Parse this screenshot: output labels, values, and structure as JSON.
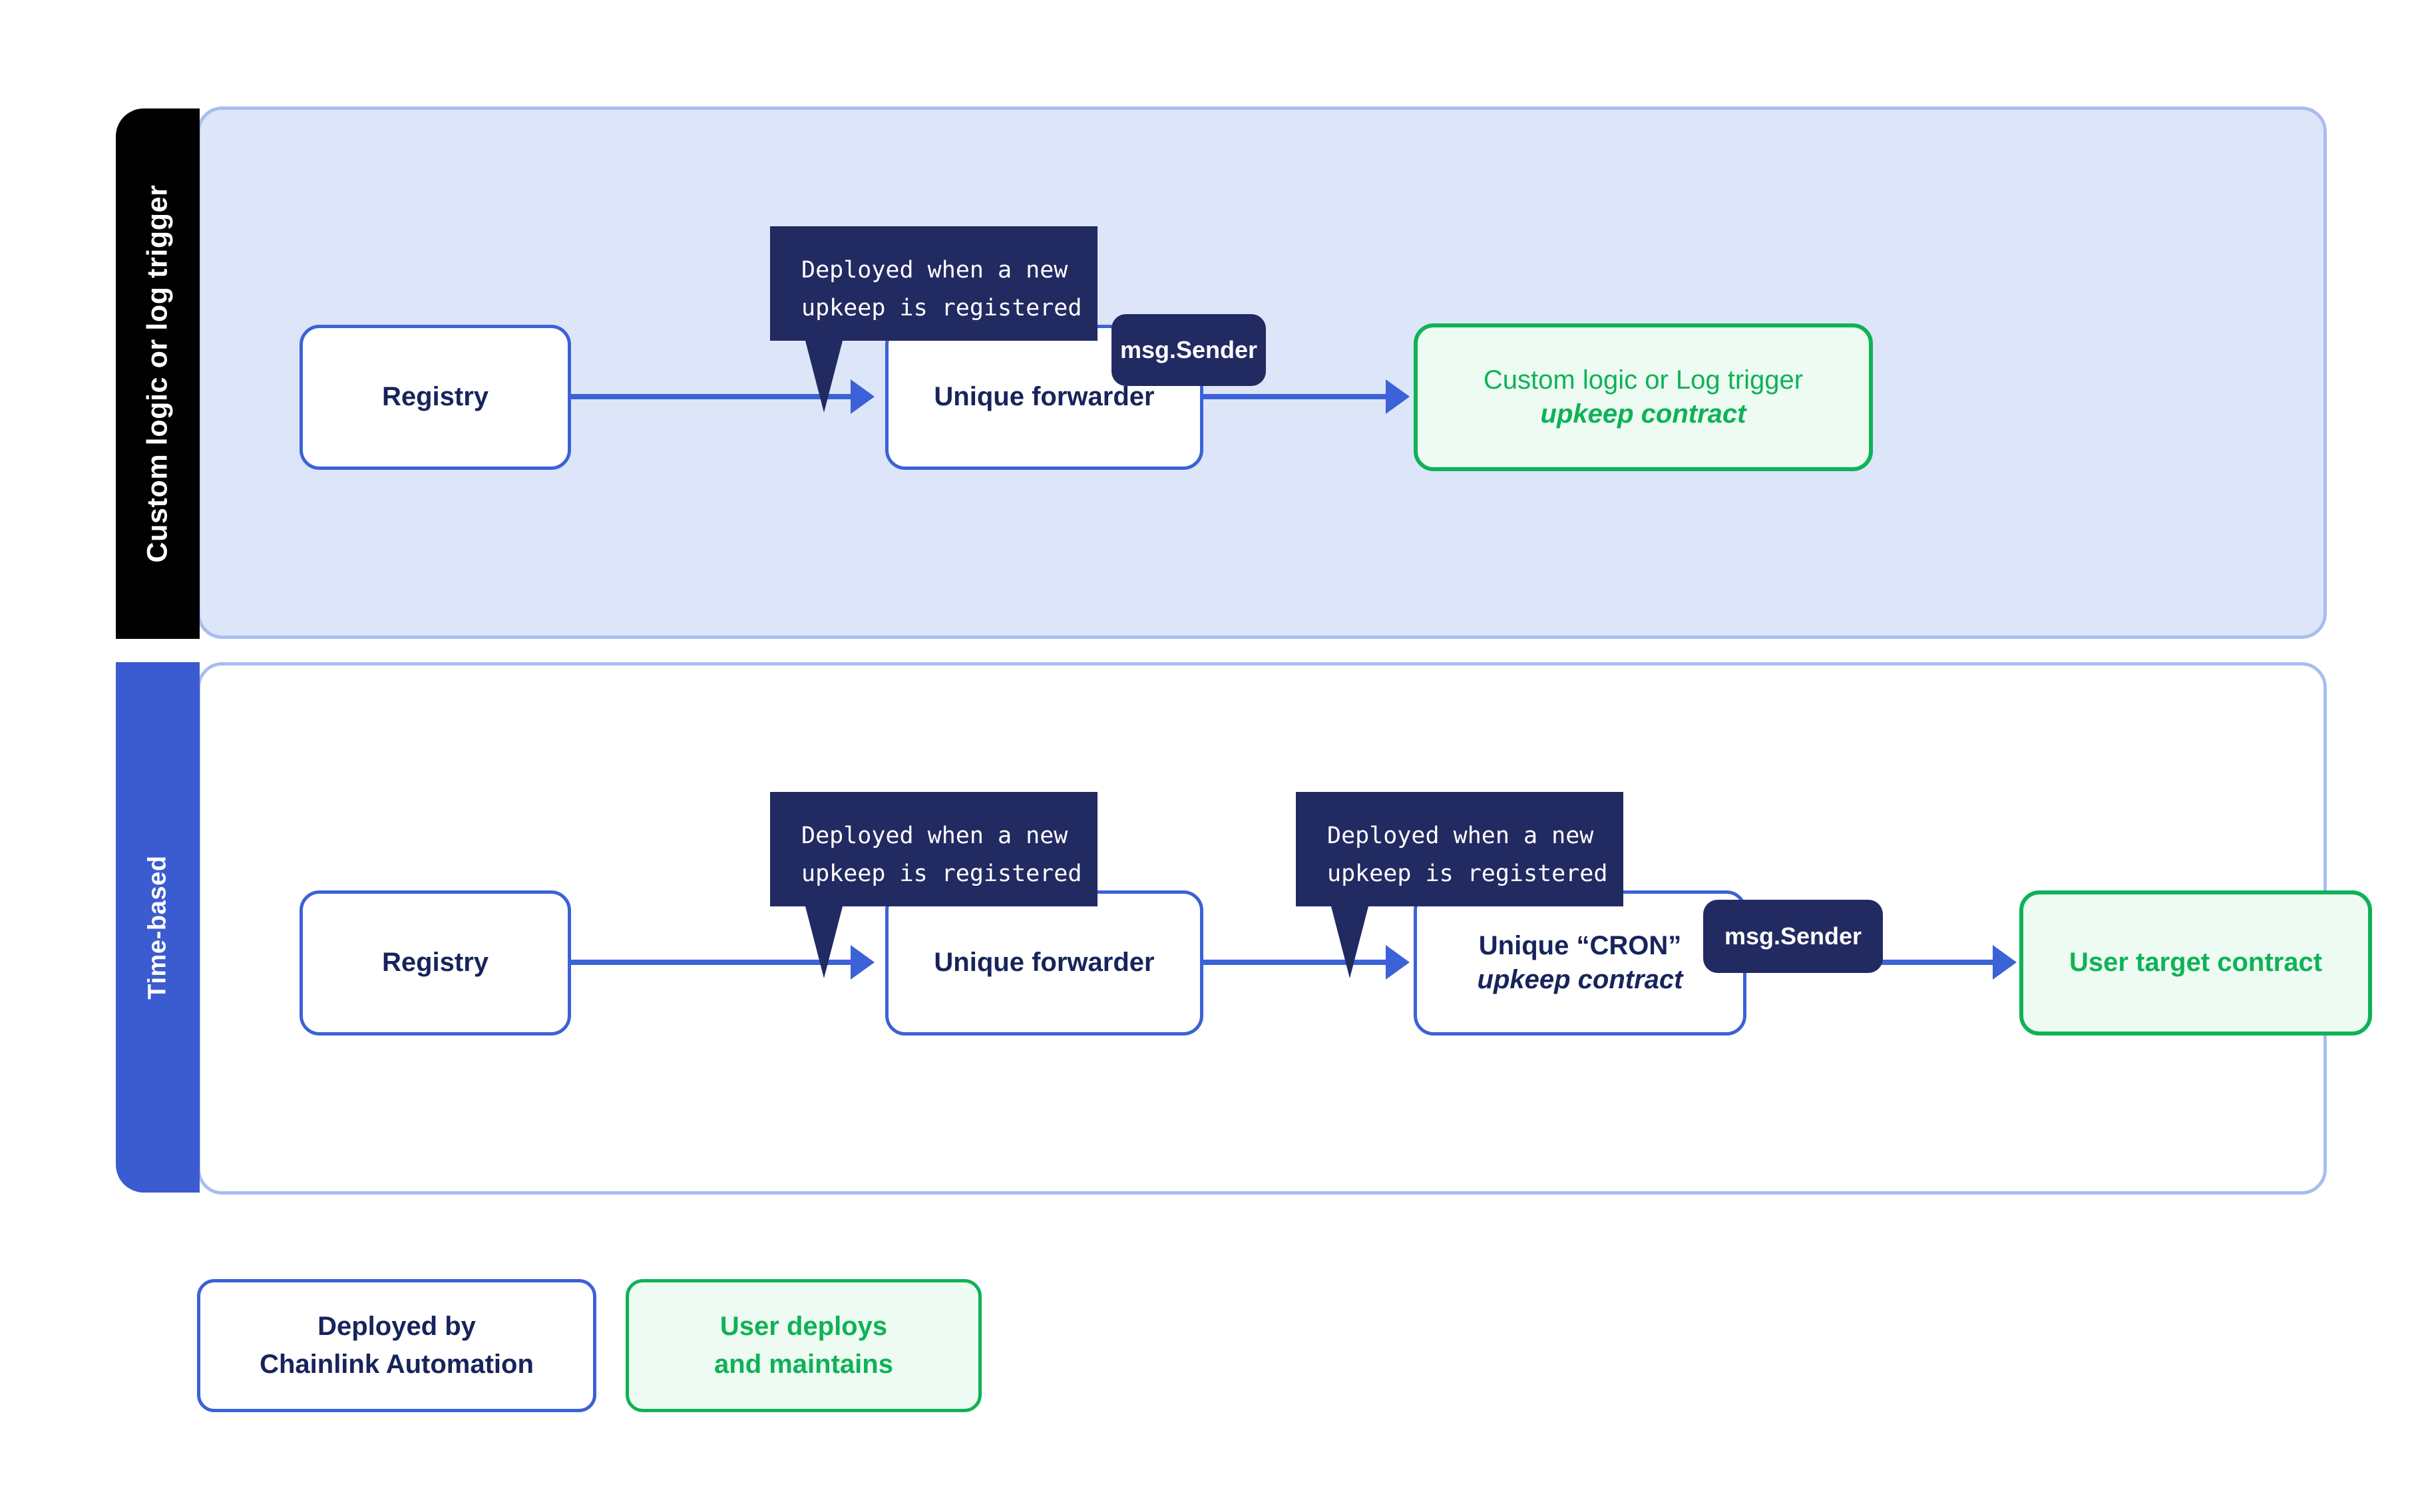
{
  "diagram": {
    "title": "Chainlink Automation upkeep deployment flow",
    "colors": {
      "royal_blue": "#3b62d6",
      "navy": "#17245c",
      "callout_navy": "#222a62",
      "green": "#0fb257",
      "green_fill": "#edfbf2",
      "lane1_fill": "#dde5f8",
      "lane_border": "#a8bdf0",
      "black_tab": "#000000",
      "blue_tab": "#3b5cd0"
    }
  },
  "lanes": [
    {
      "id": "custom-logic-or-log-trigger",
      "tab_label": "Custom logic or log trigger",
      "nodes": [
        {
          "id": "registry",
          "line1": "Registry"
        },
        {
          "id": "unique-forwarder",
          "line1": "Unique forwarder"
        },
        {
          "id": "upkeep-contract",
          "line1": "Custom logic or Log trigger",
          "line2": "upkeep contract"
        }
      ],
      "callouts": [
        {
          "id": "forwarder-callout",
          "line1": "Deployed when a new",
          "line2": "upkeep is registered"
        }
      ],
      "badges": [
        {
          "id": "msg-sender-badge",
          "label": "msg.Sender"
        }
      ]
    },
    {
      "id": "time-based",
      "tab_label": "Time-based",
      "nodes": [
        {
          "id": "registry",
          "line1": "Registry"
        },
        {
          "id": "unique-forwarder",
          "line1": "Unique forwarder"
        },
        {
          "id": "cron-upkeep-contract",
          "line1": "Unique “CRON”",
          "line2": "upkeep contract"
        },
        {
          "id": "user-target-contract",
          "line1": "User target contract"
        }
      ],
      "callouts": [
        {
          "id": "forwarder-callout",
          "line1": "Deployed when a new",
          "line2": "upkeep is registered"
        },
        {
          "id": "cron-callout",
          "line1": "Deployed when a new",
          "line2": "upkeep is registered"
        }
      ],
      "badges": [
        {
          "id": "msg-sender-badge",
          "label": "msg.Sender"
        }
      ]
    }
  ],
  "legend": [
    {
      "id": "deployed-by-chainlink",
      "line1": "Deployed by",
      "line2": "Chainlink Automation"
    },
    {
      "id": "user-deploys",
      "line1": "User deploys",
      "line2": "and maintains"
    }
  ]
}
